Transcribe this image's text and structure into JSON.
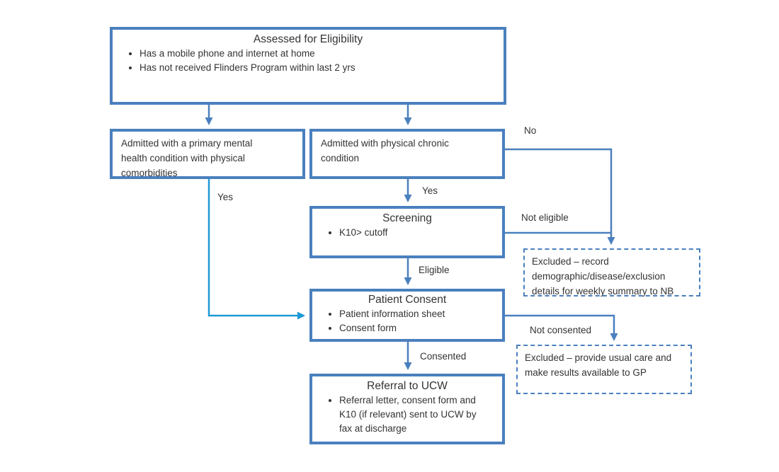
{
  "colors": {
    "box_border": "#4a80be",
    "connector": "#4a80be",
    "connector_highlight": "#1d9ad6",
    "text": "#333333"
  },
  "flowchart": {
    "eligibility": {
      "title": "Assessed for Eligibility",
      "bullets": [
        "Has a mobile phone and internet at home",
        "Has not received Flinders Program within last 2 yrs"
      ]
    },
    "mental": {
      "text": "Admitted with a primary mental health condition with physical comorbidities"
    },
    "chronic": {
      "text": "Admitted with physical chronic condition"
    },
    "screening": {
      "title": "Screening",
      "bullets": [
        "K10> cutoff"
      ]
    },
    "consent": {
      "title": "Patient Consent",
      "bullets": [
        "Patient information sheet",
        "Consent form"
      ]
    },
    "referral": {
      "title": "Referral to UCW",
      "bullets": [
        "Referral letter, consent form and K10 (if relevant) sent to UCW by fax at discharge"
      ]
    },
    "excluded_record": {
      "text": "Excluded – record demographic/disease/exclusion details for weekly summary to NB"
    },
    "excluded_usual_care": {
      "text": "Excluded – provide usual care and make results available to GP"
    }
  },
  "edge_labels": {
    "no": "No",
    "yes_left": "Yes",
    "yes_right": "Yes",
    "not_eligible": "Not eligible",
    "eligible": "Eligible",
    "consented": "Consented",
    "not_consented": "Not consented"
  }
}
